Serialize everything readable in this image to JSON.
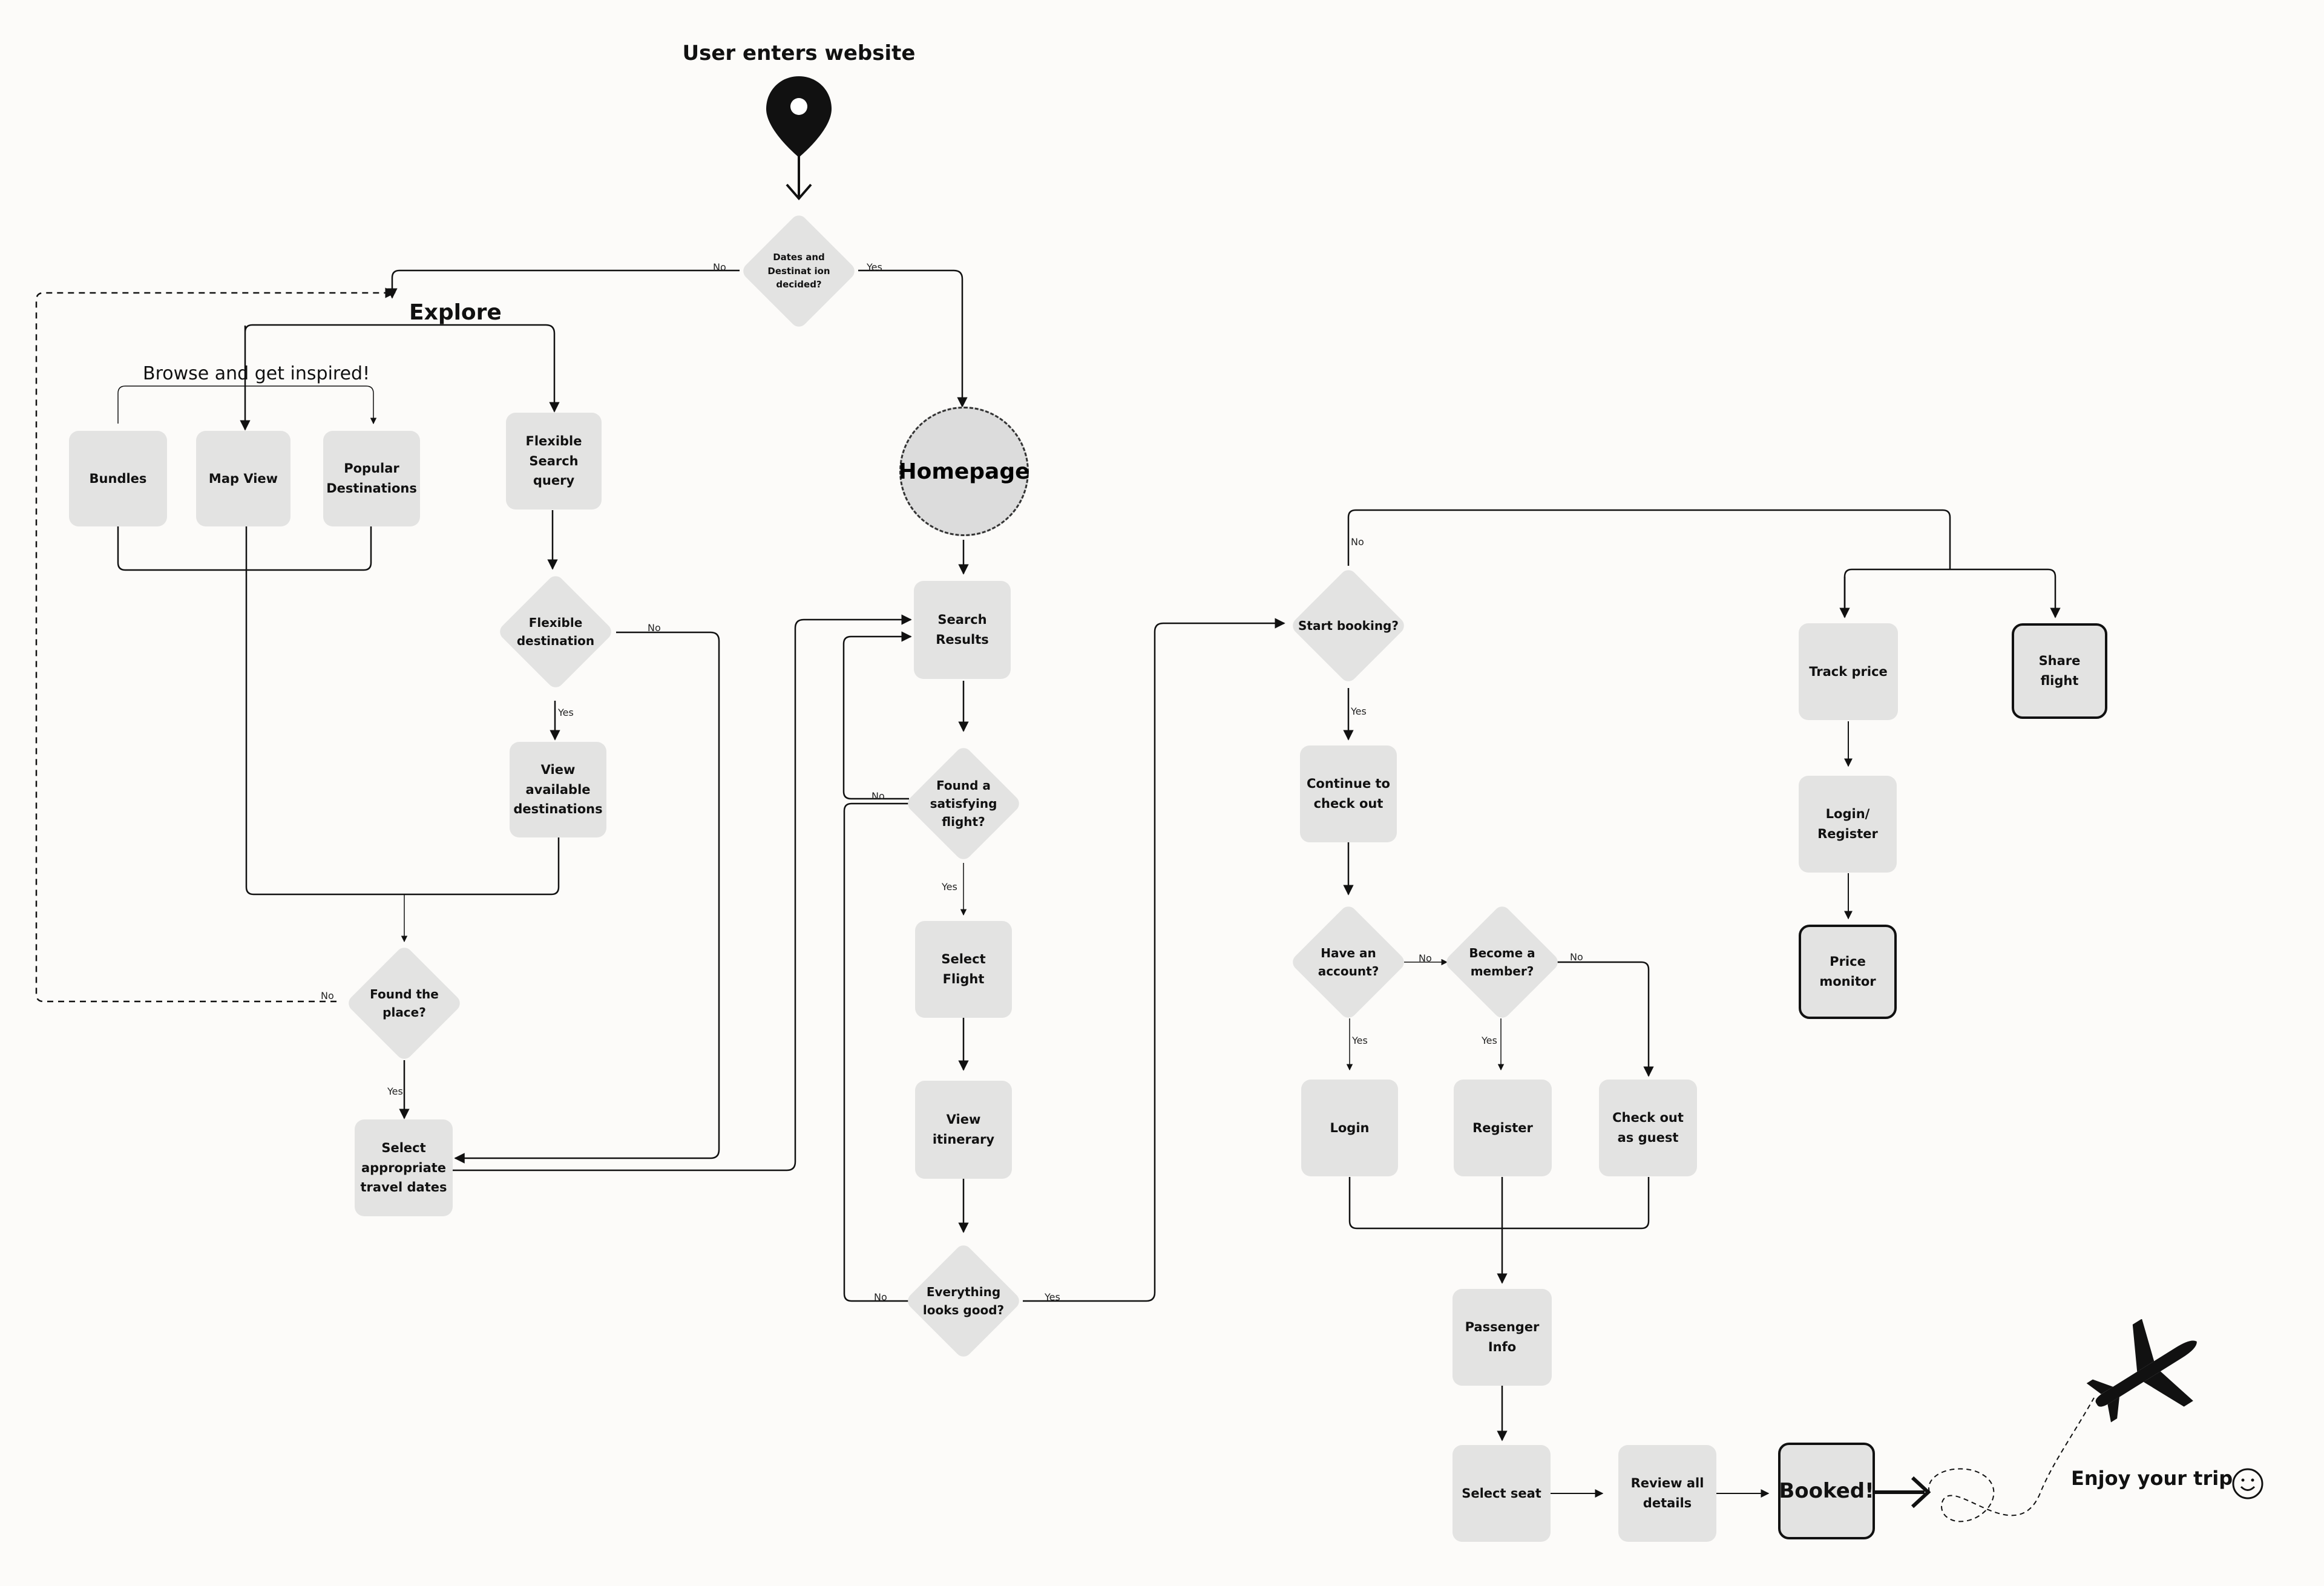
{
  "start_title": "User enters website",
  "explore_title": "Explore",
  "browse_title": "Browse and get inspired!",
  "end_title": "Enjoy your trip",
  "icons": {
    "start": "location-pin-icon",
    "end": "airplane-icon",
    "smile": "smiley-icon"
  },
  "nodes": {
    "dates_decided": "Dates and Destinat ion decided?",
    "homepage": "Homepage",
    "bundles": "Bundles",
    "map_view": "Map View",
    "popular_destinations": "Popular Destinations",
    "flexible_search": "Flexible Search query",
    "flexible_destination": "Flexible destination",
    "view_destinations": "View available destinations",
    "found_place": "Found the place?",
    "select_dates": "Select appropriate travel dates",
    "search_results": "Search Results",
    "found_flight": "Found a satisfying flight?",
    "select_flight": "Select Flight",
    "view_itinerary": "View itinerary",
    "looks_good": "Everything looks good?",
    "start_booking": "Start booking?",
    "continue_checkout": "Continue to check out",
    "have_account": "Have an account?",
    "become_member": "Become a member?",
    "login": "Login",
    "register": "Register",
    "guest_checkout": "Check out as guest",
    "passenger_info": "Passenger Info",
    "select_seat": "Select seat",
    "review_details": "Review all details",
    "booked": "Booked!",
    "track_price": "Track price",
    "share_flight": "Share flight",
    "login_register": "Login/ Register",
    "price_monitor": "Price monitor"
  },
  "labels": {
    "yes": "Yes",
    "no": "No"
  }
}
